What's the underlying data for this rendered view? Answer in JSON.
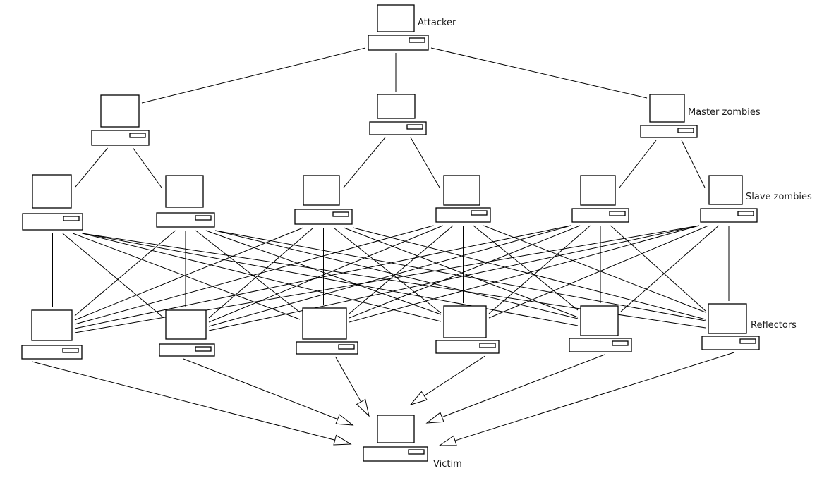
{
  "diagram": {
    "title": "DDoS reflector attack topology",
    "layers": [
      {
        "id": "attacker",
        "label": "Attacker",
        "count": 1
      },
      {
        "id": "masters",
        "label": "Master zombies",
        "count": 3
      },
      {
        "id": "slaves",
        "label": "Slave zombies",
        "count": 6
      },
      {
        "id": "reflectors",
        "label": "Reflectors",
        "count": 6
      },
      {
        "id": "victim",
        "label": "Victim",
        "count": 1
      }
    ],
    "nodes": [
      {
        "id": "A",
        "layer": "attacker",
        "label": "Attacker"
      },
      {
        "id": "M1",
        "layer": "masters",
        "label": ""
      },
      {
        "id": "M2",
        "layer": "masters",
        "label": ""
      },
      {
        "id": "M3",
        "layer": "masters",
        "label": "Master zombies"
      },
      {
        "id": "S1",
        "layer": "slaves",
        "label": ""
      },
      {
        "id": "S2",
        "layer": "slaves",
        "label": ""
      },
      {
        "id": "S3",
        "layer": "slaves",
        "label": ""
      },
      {
        "id": "S4",
        "layer": "slaves",
        "label": ""
      },
      {
        "id": "S5",
        "layer": "slaves",
        "label": ""
      },
      {
        "id": "S6",
        "layer": "slaves",
        "label": "Slave zombies"
      },
      {
        "id": "R1",
        "layer": "reflectors",
        "label": ""
      },
      {
        "id": "R2",
        "layer": "reflectors",
        "label": ""
      },
      {
        "id": "R3",
        "layer": "reflectors",
        "label": ""
      },
      {
        "id": "R4",
        "layer": "reflectors",
        "label": ""
      },
      {
        "id": "R5",
        "layer": "reflectors",
        "label": ""
      },
      {
        "id": "R6",
        "layer": "reflectors",
        "label": "Reflectors"
      },
      {
        "id": "V",
        "layer": "victim",
        "label": "Victim"
      }
    ],
    "edges": {
      "control": [
        [
          "A",
          "M1"
        ],
        [
          "A",
          "M2"
        ],
        [
          "A",
          "M3"
        ],
        [
          "M1",
          "S1"
        ],
        [
          "M1",
          "S2"
        ],
        [
          "M2",
          "S3"
        ],
        [
          "M2",
          "S4"
        ],
        [
          "M3",
          "S5"
        ],
        [
          "M3",
          "S6"
        ]
      ],
      "slave_to_reflector": "all-to-all",
      "attack_arrows": [
        [
          "R1",
          "V"
        ],
        [
          "R2",
          "V"
        ],
        [
          "R3",
          "V"
        ],
        [
          "R4",
          "V"
        ],
        [
          "R5",
          "V"
        ],
        [
          "R6",
          "V"
        ]
      ]
    },
    "colors": {
      "stroke": "#000000",
      "fill": "#ffffff",
      "text": "#1a1a1a"
    }
  }
}
